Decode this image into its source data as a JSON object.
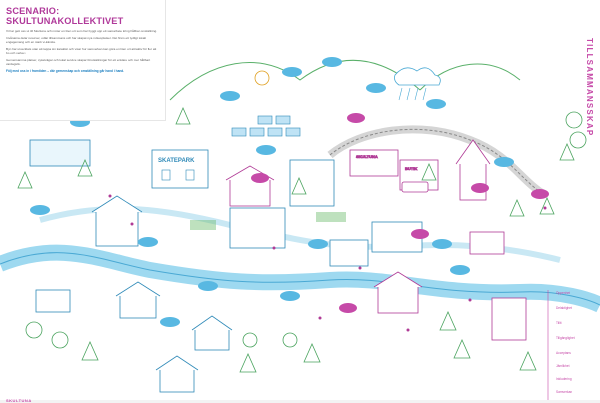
{
  "panel": {
    "title": "SCENARIO: SKULTUNAKOLLEKTIVET",
    "paragraphs": [
      "Vi har gett oss ut till Skultuna och möter en liten ort som har byggt upp ett samarbete kring hållbar omställning.",
      "Invånarna delar resurser, odlar tillsammans och har skapat nya mötesplatser. Det finns ett tydligt lokalt engagemang och en stark vi-känsla.",
      "Byn har utvecklats utan att tappa sin karaktär och visar hur samverkan kan göra en liten ort attraktiv för fler att bo och verka i.",
      "Gemensamma platser, cykelvägar och lokal service skapar förutsättningar för ett enklare och mer hållbart vardagsliv."
    ],
    "cta": "Följ med oss in i framtiden – där gemenskap och omställning går hand i hand."
  },
  "side_title": "TILLSAMMANSSKAP",
  "legend": [
    "Öppenhet",
    "Delaktighet",
    "Tillit",
    "Tillgänglighet",
    "Acceptans",
    "Jämlikhet",
    "Inkludering",
    "Samverkan"
  ],
  "map_signs": {
    "skatepark": "SKATEPARK",
    "station": "SKULTUNA",
    "shop": "BUTIK"
  },
  "bottom_text": "SKULTUNA"
}
